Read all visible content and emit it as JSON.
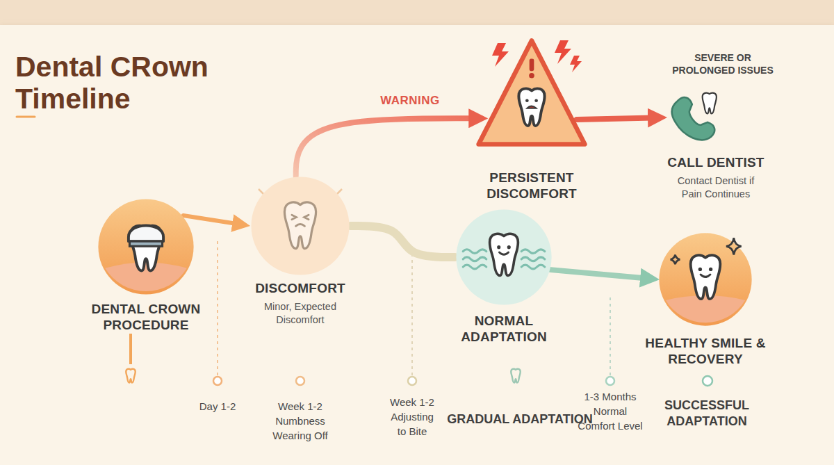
{
  "diagram": {
    "title": "Dental CRown Timeline",
    "nodes": [
      {
        "text": [
          "DENTAL CROWN PROCEDURE"
        ]
      },
      {
        "text": [
          "DISCOMFORT",
          "Minor, Expected Discomfort"
        ]
      },
      {
        "text": [
          "PERSISTENT DISCOMFORT"
        ]
      },
      {
        "text": [
          "SEVERE OR PROLONGED ISSUES",
          "CALL DENTIST",
          "Contact Dentist if Pain Continues"
        ]
      },
      {
        "text": [
          "NORMAL ADAPTATION"
        ]
      },
      {
        "text": [
          "HEALTHY SMILE & RECOVERY"
        ]
      }
    ],
    "edges": [
      {
        "from": 0,
        "to": 1,
        "arrow": "to"
      },
      {
        "from": 1,
        "to": 2,
        "arrow": "to",
        "label": "WARNING"
      },
      {
        "from": 2,
        "to": 3,
        "arrow": "to"
      },
      {
        "from": 1,
        "to": 4,
        "arrow": "none"
      },
      {
        "from": 4,
        "to": 5,
        "arrow": "to"
      }
    ],
    "labels": [
      "Day 1-2",
      "Week 1-2 Numbness Wearing Off",
      "Week 1-2 Adjusting to Bite",
      "GRADUAL ADAPTATION",
      "1-3 Months Normal Comfort Level",
      "SUCCESSFUL ADAPTATION"
    ]
  }
}
